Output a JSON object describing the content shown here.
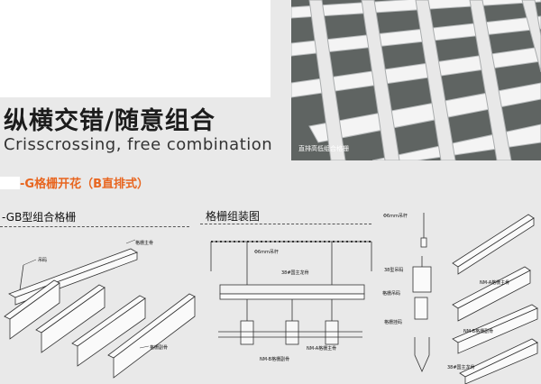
{
  "headline": {
    "chinese": "纵横交错/随意组合",
    "english": "Crisscrossing, free combination"
  },
  "photo": {
    "caption": "直排高低组合格栅"
  },
  "section": {
    "title": "-G格栅开花（B直排式）",
    "left_label": "-GB型组合格栅",
    "middle_label": "格栅组装图"
  },
  "left_diagram": {
    "main_keel": "格栅主骨",
    "hanger_code": "吊码",
    "sub_keel": "格栅副骨"
  },
  "middle_diagram": {
    "rod": "Φ6mm吊杆",
    "main_keel_38": "38#国主龙骨",
    "nm_a": "NM-A格栅主骨",
    "nm_b": "NM-B格栅副骨"
  },
  "right_diagram": {
    "rod": "Φ6mm吊杆",
    "hanger_38": "38型吊码",
    "grille_hanger": "格栅吊码",
    "grille_hook": "格栅挂码",
    "nm_a": "NM-A格栅主骨",
    "nm_b": "NM-B格栅副骨",
    "main_keel_38": "38#国主龙骨"
  }
}
